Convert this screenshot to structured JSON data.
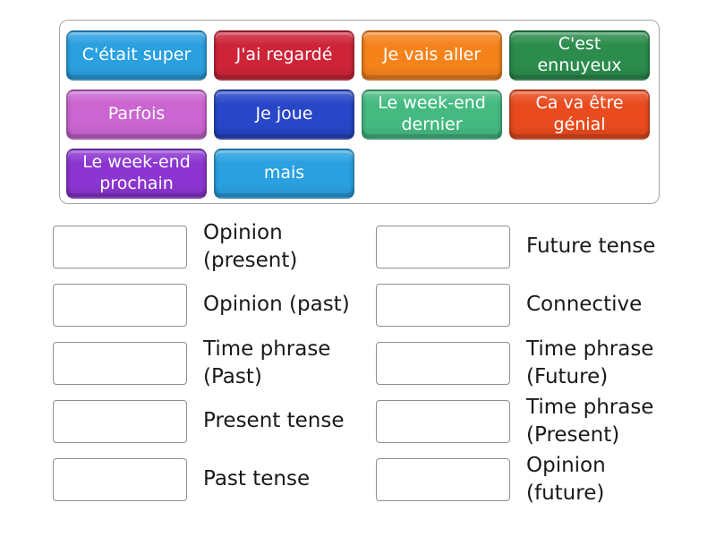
{
  "activity": {
    "tiles": [
      {
        "label": "C'était super",
        "color": "#2aa0e0"
      },
      {
        "label": "J'ai regardé",
        "color": "#cd2438"
      },
      {
        "label": "Je vais aller",
        "color": "#f5831c"
      },
      {
        "label": "C'est ennuyeux",
        "color": "#2b8c4c"
      },
      {
        "label": "Parfois",
        "color": "#cb65d1"
      },
      {
        "label": "Je joue",
        "color": "#2746c8"
      },
      {
        "label": "Le week-end dernier",
        "color": "#44ba81"
      },
      {
        "label": "Ca va être génial",
        "color": "#e94b1e"
      },
      {
        "label": "Le week-end prochain",
        "color": "#8c35d1"
      },
      {
        "label": "mais",
        "color": "#2aa0e0"
      }
    ],
    "tile_text_color": "#ffffff",
    "categories": {
      "left": [
        "Opinion (present)",
        "Opinion (past)",
        "Time phrase (Past)",
        "Present tense",
        "Past tense"
      ],
      "right": [
        "Future tense",
        "Connective",
        "Time phrase (Future)",
        "Time phrase (Present)",
        "Opinion (future)"
      ]
    }
  }
}
